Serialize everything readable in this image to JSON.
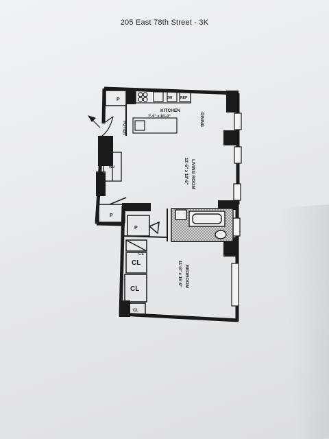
{
  "header": {
    "title": "205 East 78th Street - 3K"
  },
  "rooms": {
    "kitchen": {
      "name": "KITCHEN",
      "dims": "7'-0\" x 16'-0\""
    },
    "dining": {
      "name": "DINING"
    },
    "foyer": {
      "name": "FOYER"
    },
    "living": {
      "name": "LIVING ROOM",
      "dims": "12'-5\" x 19'-6\""
    },
    "bedroom": {
      "name": "BEDROOM",
      "dims": "11'-8\" x 15'-9\""
    }
  },
  "labels": {
    "pantry_top": "P",
    "pantry_mid": "P",
    "pantry_bath": "P",
    "wall_unit": "WU",
    "dishwasher": "DW",
    "refrigerator": "REF",
    "closet_1": "CL",
    "closet_2": "CL",
    "closet_3": "CL",
    "closet_4": "CL"
  }
}
